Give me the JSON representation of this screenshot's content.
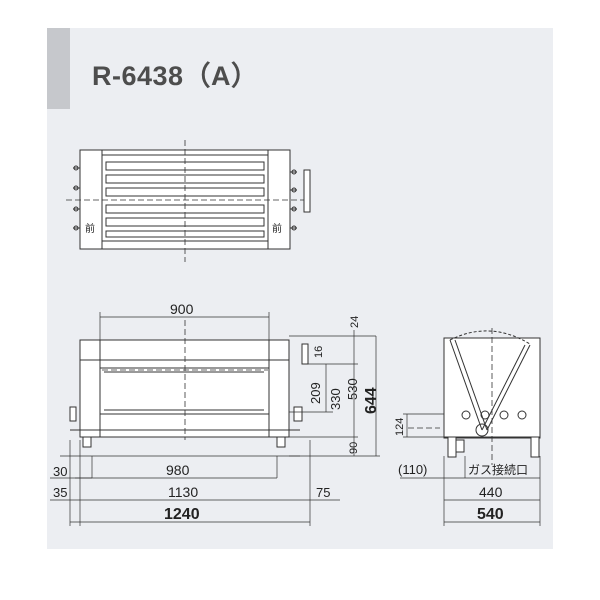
{
  "title": "R-6438（A）",
  "labels": {
    "front_left": "前",
    "front_right": "前",
    "gas": "ガス接続口"
  },
  "dims": {
    "top_width": "900",
    "d24": "24",
    "d16": "16",
    "d209": "209",
    "d330": "330",
    "d530": "530",
    "d644": "644",
    "d124": "124",
    "d90": "90",
    "d30": "30",
    "d980": "980",
    "d35": "35",
    "d1130": "1130",
    "d75": "75",
    "d1240": "1240",
    "d110": "(110)",
    "d440": "440",
    "d540": "540"
  }
}
